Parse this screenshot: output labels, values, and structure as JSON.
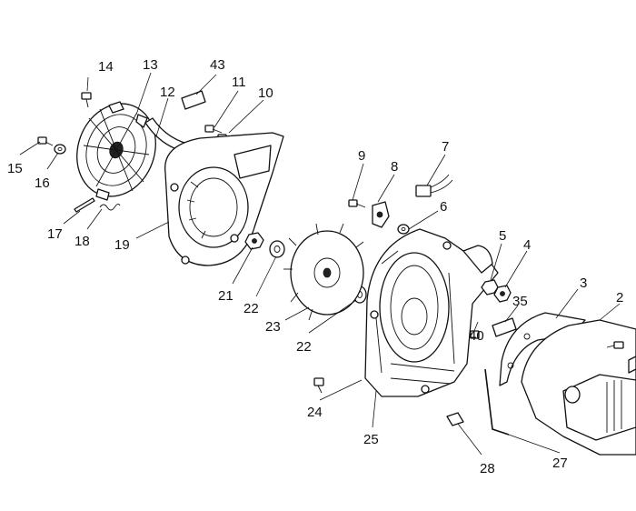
{
  "callouts": {
    "c2": "2",
    "c3": "3",
    "c4": "4",
    "c5": "5",
    "c6": "6",
    "c7": "7",
    "c8": "8",
    "c9": "9",
    "c10": "10",
    "c11": "11",
    "c12": "12",
    "c13": "13",
    "c14": "14",
    "c15": "15",
    "c16": "16",
    "c17": "17",
    "c18": "18",
    "c19": "19",
    "c21": "21",
    "c22a": "22",
    "c22b": "22",
    "c23": "23",
    "c24": "24",
    "c25": "25",
    "c27": "27",
    "c28": "28",
    "c35": "35",
    "c40": "40",
    "c43": "43"
  }
}
